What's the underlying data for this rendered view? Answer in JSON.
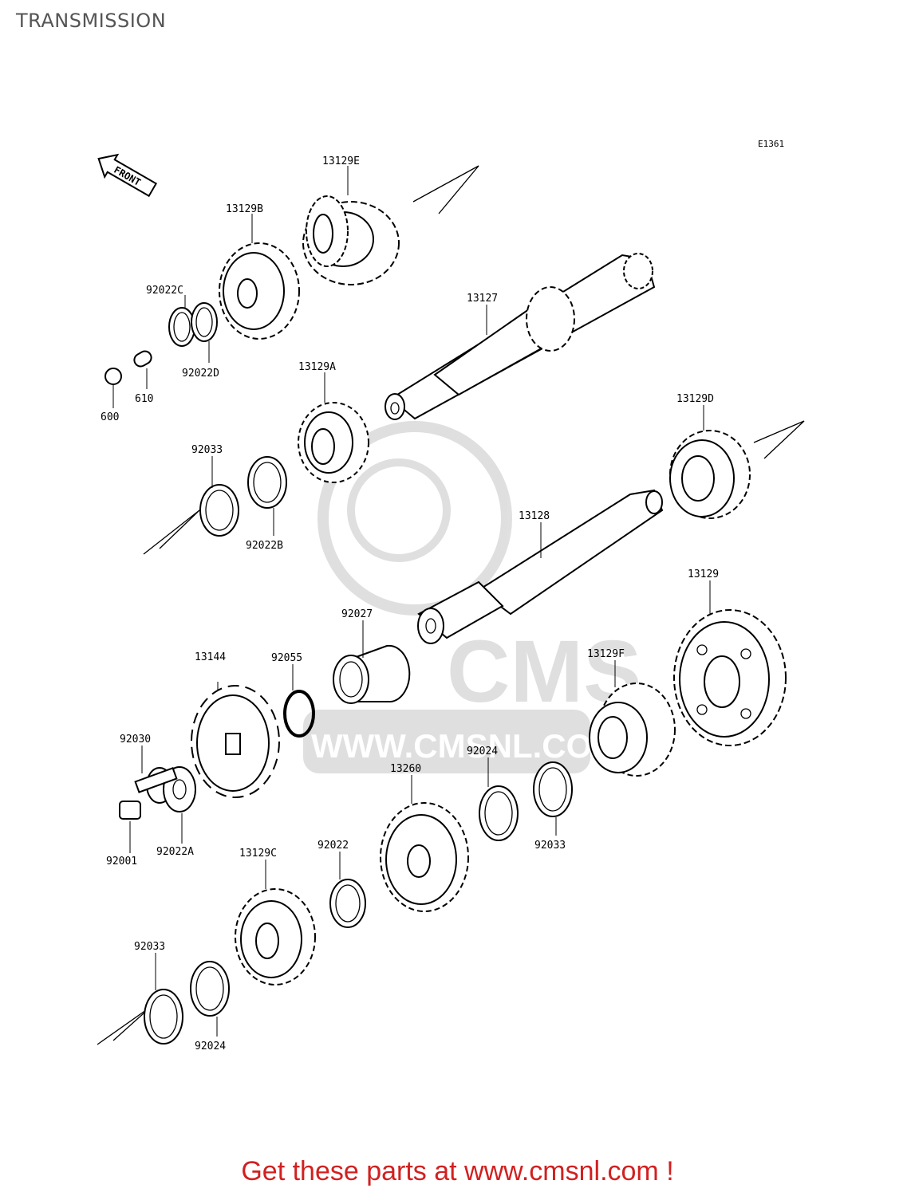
{
  "page": {
    "title": "TRANSMISSION"
  },
  "diagram": {
    "code": "E1361",
    "front_label": "FRONT",
    "watermark": {
      "brand": "CMS",
      "url": "WWW.CMSNL.COM"
    },
    "parts": [
      {
        "id": "13129E",
        "label": "13129E"
      },
      {
        "id": "13129B",
        "label": "13129B"
      },
      {
        "id": "92022C",
        "label": "92022C"
      },
      {
        "id": "92022D",
        "label": "92022D"
      },
      {
        "id": "610",
        "label": "610"
      },
      {
        "id": "600",
        "label": "600"
      },
      {
        "id": "13127",
        "label": "13127"
      },
      {
        "id": "13129A",
        "label": "13129A"
      },
      {
        "id": "13129D",
        "label": "13129D"
      },
      {
        "id": "92033-a",
        "label": "92033"
      },
      {
        "id": "92022B",
        "label": "92022B"
      },
      {
        "id": "13128",
        "label": "13128"
      },
      {
        "id": "13129",
        "label": "13129"
      },
      {
        "id": "92027",
        "label": "92027"
      },
      {
        "id": "13144",
        "label": "13144"
      },
      {
        "id": "92055",
        "label": "92055"
      },
      {
        "id": "13129F",
        "label": "13129F"
      },
      {
        "id": "92030",
        "label": "92030"
      },
      {
        "id": "92024-a",
        "label": "92024"
      },
      {
        "id": "13260",
        "label": "13260"
      },
      {
        "id": "92001",
        "label": "92001"
      },
      {
        "id": "92022A",
        "label": "92022A"
      },
      {
        "id": "92033-b",
        "label": "92033"
      },
      {
        "id": "13129C",
        "label": "13129C"
      },
      {
        "id": "92022",
        "label": "92022"
      },
      {
        "id": "92033-c",
        "label": "92033"
      },
      {
        "id": "92024-b",
        "label": "92024"
      }
    ]
  },
  "footer": {
    "text": "Get these parts at www.cmsnl.com !"
  }
}
